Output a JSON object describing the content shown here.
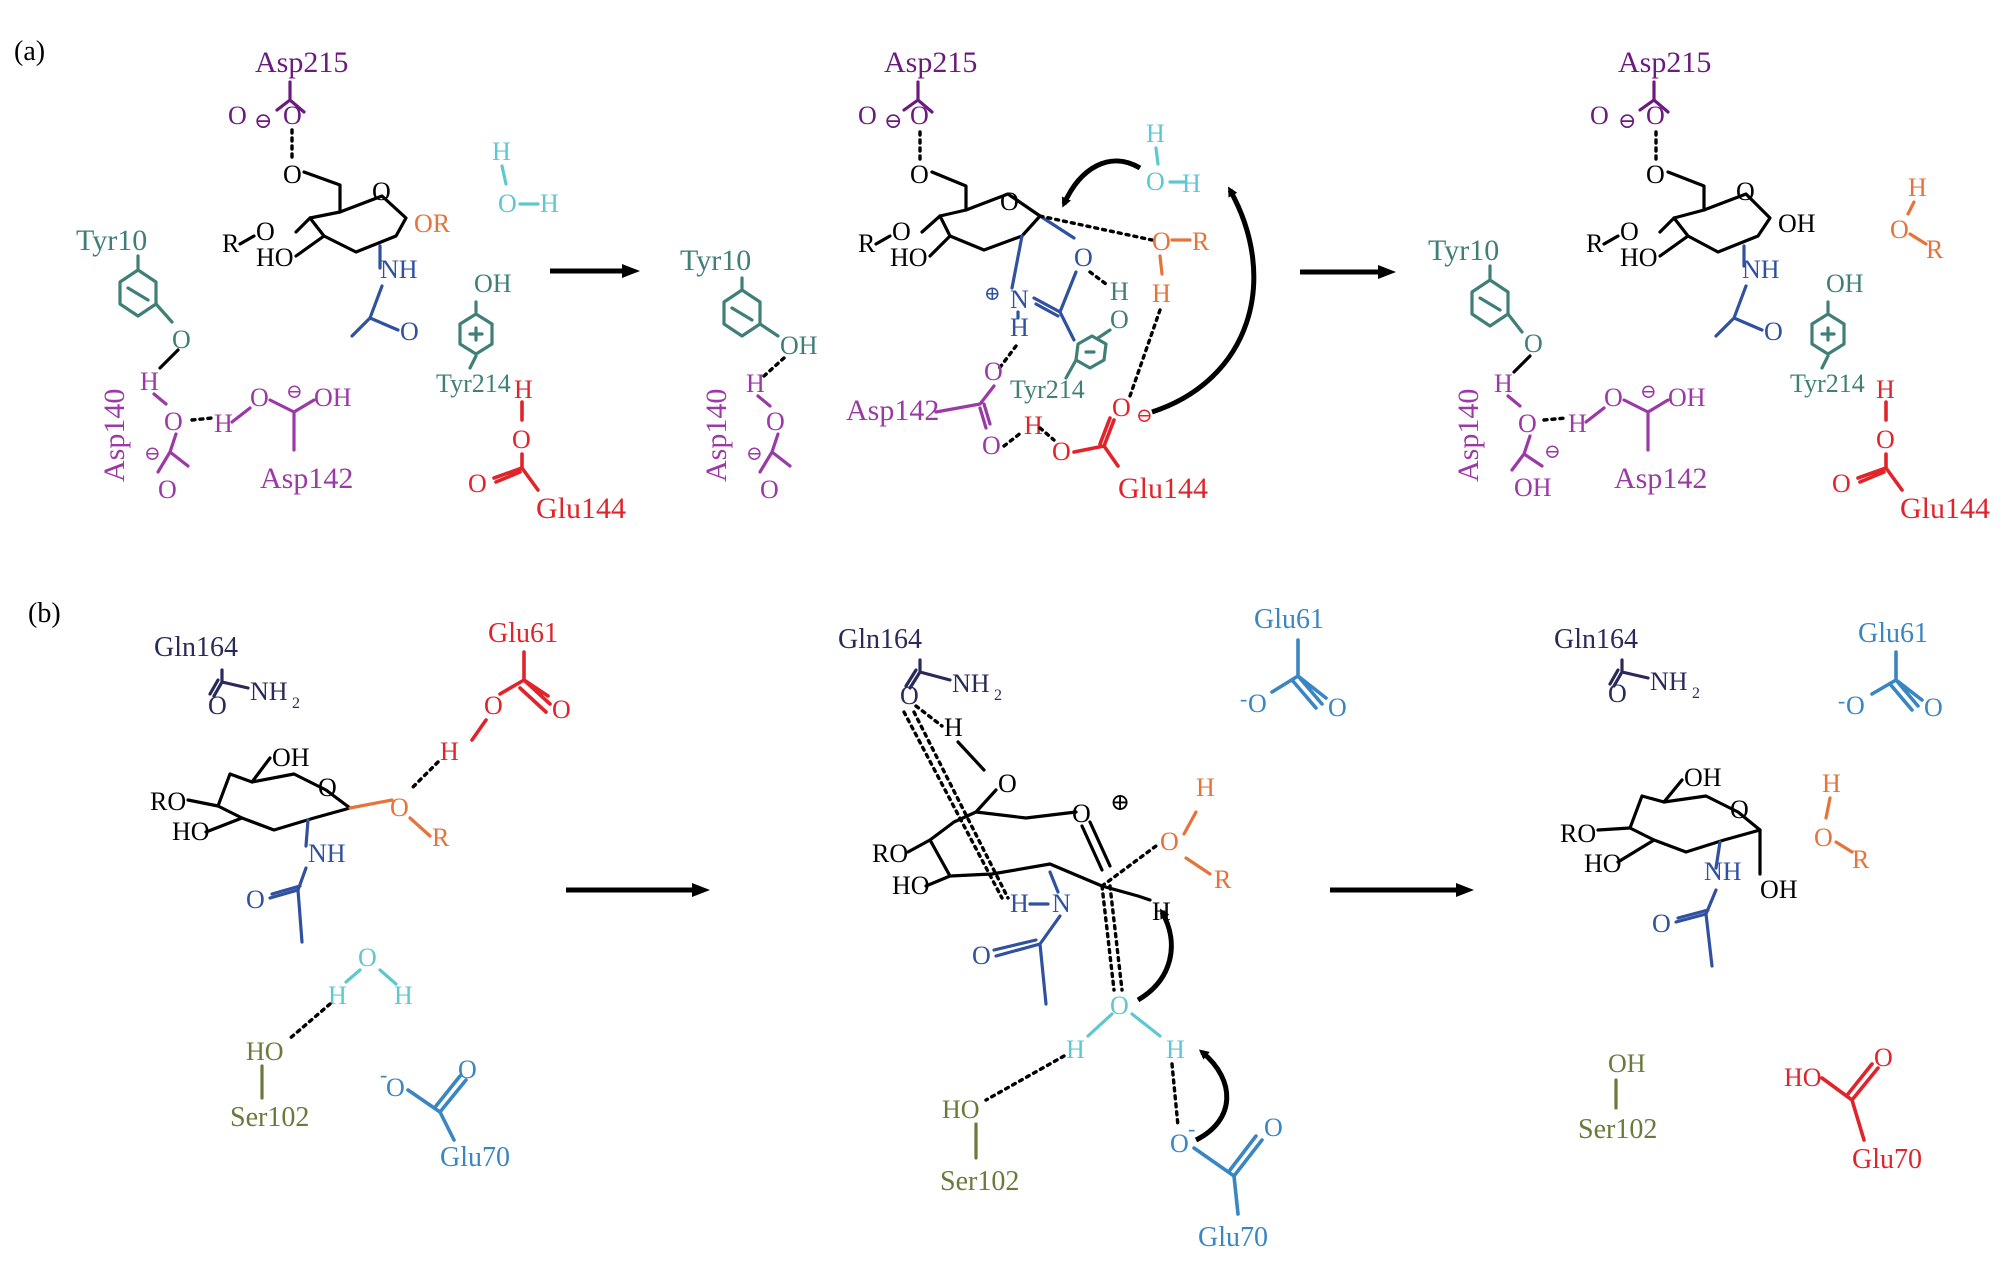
{
  "panels": {
    "a": "(a)",
    "b": "(b)"
  },
  "panel_a": {
    "residues": {
      "asp215": "Asp215",
      "tyr10": "Tyr10",
      "asp140": "Asp140",
      "asp142": "Asp142",
      "tyr214": "Tyr214",
      "glu144": "Glu144"
    },
    "atoms": {
      "O": "O",
      "H": "H",
      "N": "N",
      "R": "R",
      "OR": "OR",
      "NH": "NH",
      "OH": "OH",
      "HO": "HO",
      "minus": "⊖",
      "plus": "⊕"
    }
  },
  "panel_b": {
    "residues": {
      "gln164": "Gln164",
      "glu61": "Glu61",
      "ser102": "Ser102",
      "glu70": "Glu70"
    },
    "atoms": {
      "NH2": "NH",
      "sub2": "2",
      "RO": "RO",
      "HO": "HO",
      "OH": "OH",
      "NH": "NH",
      "O": "O",
      "H": "H",
      "R": "R",
      "N": "N",
      "minus": "-",
      "plus": "⊕"
    }
  },
  "colors": {
    "asp215": "#6b1a7e",
    "tyr": "#3f7f78",
    "asp140_142": "#9b3aa6",
    "acetamido": "#3050a0",
    "glu_acid": "#e0242a",
    "leaving_group": "#e6733a",
    "water": "#5ec8cf",
    "gln164": "#2a2a5a",
    "glu_base": "#3a86c2",
    "ser102": "#6b7a3a"
  }
}
